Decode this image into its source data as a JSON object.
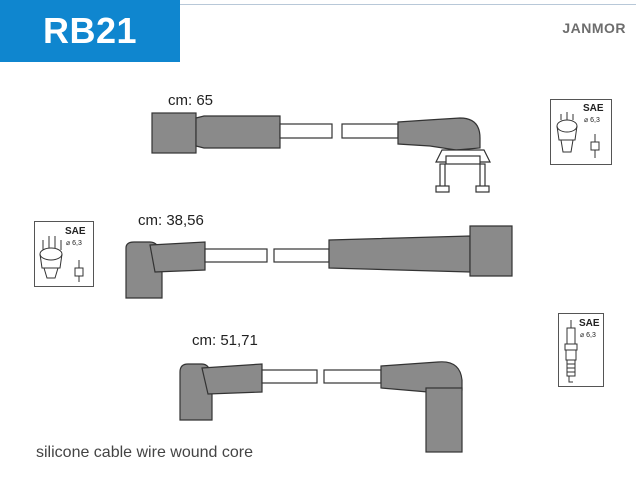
{
  "header": {
    "code": "RB21",
    "brand": "JANMOR"
  },
  "cables": [
    {
      "length_label": "cm: 65"
    },
    {
      "length_label": "cm: 38,56"
    },
    {
      "length_label": "cm: 51,71"
    }
  ],
  "sae_badges": [
    {
      "label": "SAE",
      "diameter": "⌀ 6,3"
    },
    {
      "label": "SAE",
      "diameter": "⌀ 6,3"
    },
    {
      "label": "SAE",
      "diameter": "⌀ 6,3"
    }
  ],
  "footer": {
    "text": "silicone cable wire wound core"
  },
  "colors": {
    "accent": "#0f86cf",
    "boot": "#8a8a8a",
    "outline": "#333333"
  }
}
